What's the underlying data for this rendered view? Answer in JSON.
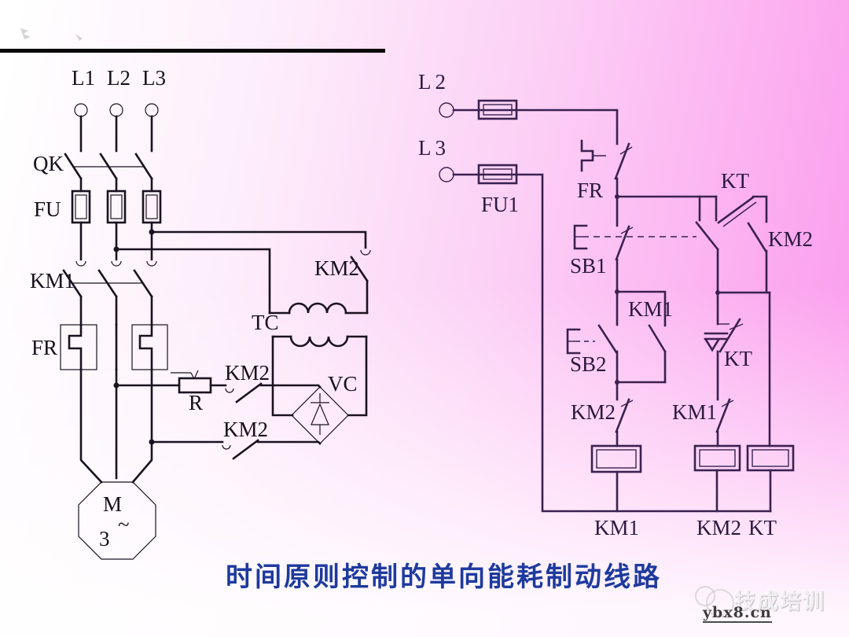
{
  "slide": {
    "title": "时间原则控制的单向能耗制动线路",
    "title_color": "#1e3a9e",
    "background_pink": "#fb97ec"
  },
  "main_circuit": {
    "phases": [
      "L1",
      "L2",
      "L3"
    ],
    "knife_switch": "QK",
    "fuse": "FU",
    "contactor": "KM1",
    "thermal_relay": "FR",
    "brake_contact_line": "KM2",
    "brake_contact_upper": "KM2",
    "brake_contact_lower": "KM2",
    "resistor": "R",
    "transformer": "TC",
    "rectifier": "VC",
    "motor": {
      "letter": "M",
      "phases": "3",
      "wave": "~"
    }
  },
  "control_circuit": {
    "phase_l2": "L2",
    "phase_l3": "L3",
    "fuse": "FU1",
    "thermal_contact": "FR",
    "stop_button": "SB1",
    "start_button": "SB2",
    "selfhold_contact": "KM1",
    "timer_instant_contact": "KT",
    "km2_selfhold_contact": "KM2",
    "timer_delayed_contact": "KT",
    "km2_interlock_contact": "KM2",
    "km1_interlock_contact": "KM1",
    "coil_km1": "KM1",
    "coil_km2": "KM2",
    "coil_kt": "KT"
  },
  "watermark": {
    "brand": "技成培训",
    "site": "ybx8.cn"
  }
}
